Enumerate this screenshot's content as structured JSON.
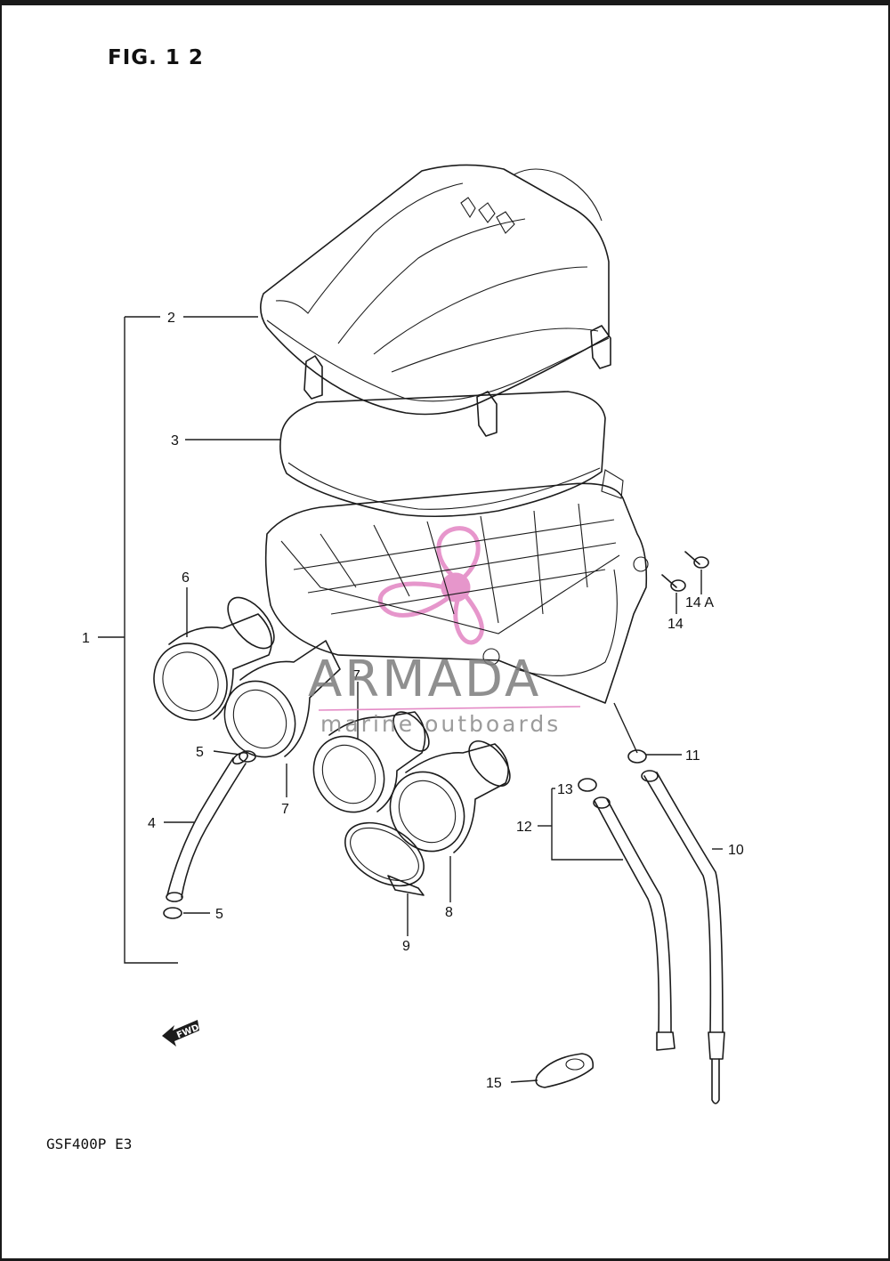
{
  "figure": {
    "title": "FIG. 1 2",
    "model": "GSF400P  E3"
  },
  "watermark": {
    "brand": "ARMADA",
    "tagline": "marine outboards",
    "accent_color": "#e48bc6",
    "text_color": "#7b7b7b"
  },
  "direction_badge": {
    "text": "FWD",
    "icon": "forward-arrow-icon"
  },
  "callouts": {
    "c1": "1",
    "c2": "2",
    "c3": "3",
    "c4": "4",
    "c5a": "5",
    "c5b": "5",
    "c6": "6",
    "c7a": "7",
    "c7b": "7",
    "c8": "8",
    "c9": "9",
    "c10": "10",
    "c11": "11",
    "c12": "12",
    "c13": "13",
    "c14": "14",
    "c14a": "14 A",
    "c15": "15"
  }
}
